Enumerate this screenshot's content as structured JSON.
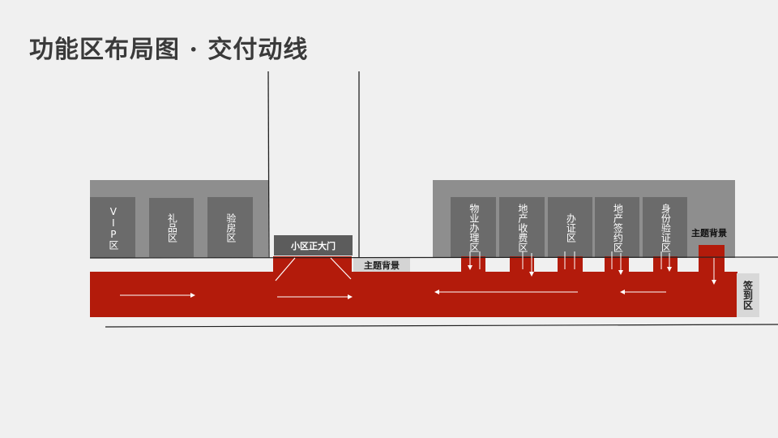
{
  "title": "功能区布局图 · 交付动线",
  "left_zone": {
    "booths": [
      {
        "label": "VIP区"
      },
      {
        "label": "礼品区"
      },
      {
        "label": "验房区"
      }
    ]
  },
  "gate": {
    "label": "小区正大门"
  },
  "theme_backdrop_left": {
    "label": "主题背景"
  },
  "right_zone": {
    "booths": [
      {
        "label": "物业办理区"
      },
      {
        "label": "地产收费区"
      },
      {
        "label": "办证区"
      },
      {
        "label": "地产签约区"
      },
      {
        "label": "身份验证区"
      }
    ],
    "theme_backdrop": {
      "label": "主题背景"
    }
  },
  "signin": {
    "label": "签到区"
  },
  "colors": {
    "route_red": "#b31b0b",
    "zone_gray": "#8e8e8e",
    "booth_gray": "#6b6b6b",
    "background": "#f0f0f0"
  }
}
